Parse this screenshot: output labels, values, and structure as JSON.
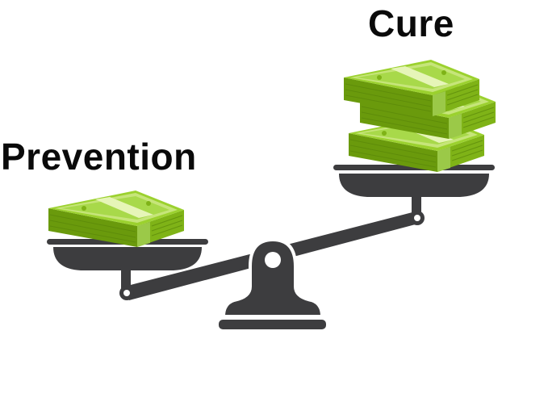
{
  "labels": {
    "right": "Cure",
    "left": "Prevention"
  },
  "colors": {
    "scale": "#3d3d3f",
    "money_dark": "#6a9a0c",
    "money_mid": "#7fb317",
    "money_light": "#c6e57a",
    "band": "#9bc948",
    "text": "#0a0a0a",
    "background": "#ffffff"
  },
  "scene": {
    "description": "Balance scale tipped: left pan (Prevention) with one stack of money sits lower; right pan (Cure) with three stacks sits higher",
    "left_pan_stacks": 1,
    "right_pan_stacks": 3
  }
}
